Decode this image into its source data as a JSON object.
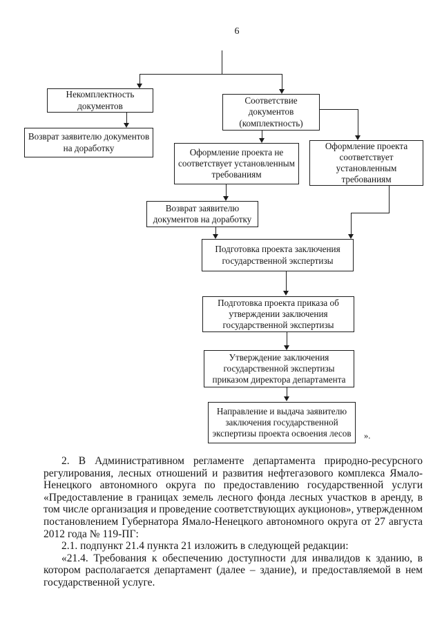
{
  "page": {
    "number": "6"
  },
  "flowchart": {
    "nodes": [
      {
        "id": "incomplete-docs",
        "label": "Некомплектность документов"
      },
      {
        "id": "return-docs-left",
        "label": "Возврат заявителю документов на доработку"
      },
      {
        "id": "docs-conformity",
        "label": "Соответствие документов (комплектность)"
      },
      {
        "id": "project-not-conform",
        "label": "Оформление проекта не соответствует установленным требованиям"
      },
      {
        "id": "project-conform",
        "label": "Оформление проекта соответствует установленным требованиям"
      },
      {
        "id": "return-docs-mid",
        "label": "Возврат заявителю документов на доработку"
      },
      {
        "id": "prepare-conclusion",
        "label": "Подготовка проекта заключения государственной экспертизы"
      },
      {
        "id": "prepare-order",
        "label": "Подготовка проекта приказа об утверждении заключения государственной экспертизы"
      },
      {
        "id": "approve-conclusion",
        "label": "Утверждение заключения государственной экспертизы приказом директора департамента"
      },
      {
        "id": "deliver-conclusion",
        "label": "Направление и выдача заявителю заключения государственной экспертизы проекта освоения лесов"
      }
    ],
    "closing_quote": "»."
  },
  "body": {
    "paragraphs": [
      "2. В Административном регламенте департамента природно-ресурсного регулирования, лесных отношений и развития нефтегазового комплекса Ямало-Ненецкого автономного округа по предоставлению государственной услуги «Предоставление в границах земель лесного фонда лесных участков в аренду, в том числе организация и проведение соответствующих аукционов», утвержденном постановлением Губернатора Ямало-Ненецкого автономного округа от 27 августа 2012 года № 119-ПГ:",
      "2.1. подпункт 21.4 пункта 21 изложить в следующей редакции:",
      "«21.4. Требования к обеспечению доступности для инвалидов к зданию, в котором располагается департамент (далее – здание), и предоставляемой в нем государственной услуге."
    ]
  },
  "colors": {
    "ink": "#1c1c1c",
    "background": "#ffffff"
  }
}
